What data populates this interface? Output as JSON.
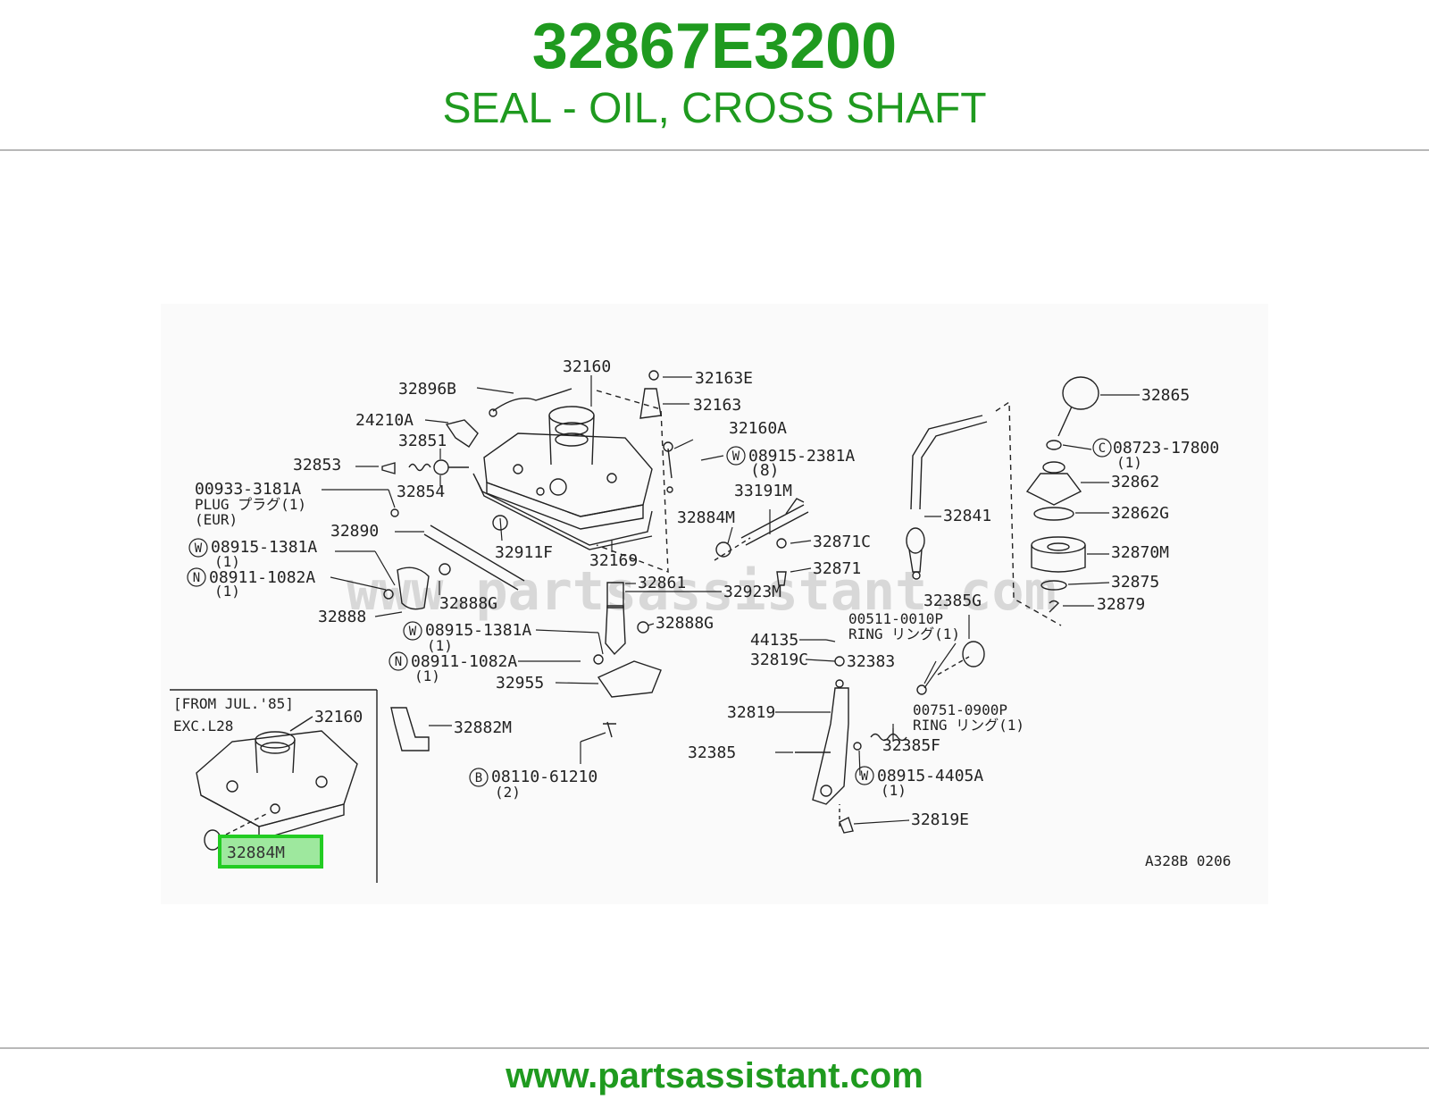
{
  "header": {
    "part_number": "32867E3200",
    "description": "SEAL - OIL, CROSS SHAFT"
  },
  "footer": {
    "url": "www.partsassistant.com"
  },
  "diagram": {
    "watermark": "www.partsassistant.com",
    "code": "A328B 0206",
    "highlight_label": "32884M",
    "inset": {
      "line1": "[FROM JUL.'85]",
      "line2": "EXC.L28",
      "label": "32160"
    },
    "labels": [
      {
        "id": "l1",
        "text": "32160"
      },
      {
        "id": "l2",
        "text": "32163E"
      },
      {
        "id": "l3",
        "text": "32896B"
      },
      {
        "id": "l4",
        "text": "32163"
      },
      {
        "id": "l5",
        "text": "24210A"
      },
      {
        "id": "l6",
        "text": "32160A"
      },
      {
        "id": "l7",
        "text": "32851"
      },
      {
        "id": "l8",
        "text": "32853"
      },
      {
        "id": "l9",
        "text": "08915-2381A"
      },
      {
        "id": "l10",
        "text": "(8)"
      },
      {
        "id": "l11",
        "text": "32854"
      },
      {
        "id": "l12",
        "text": "00933-3181A"
      },
      {
        "id": "l13",
        "text": "PLUG プラグ(1)"
      },
      {
        "id": "l14",
        "text": "(EUR)"
      },
      {
        "id": "l15",
        "text": "33191M"
      },
      {
        "id": "l16",
        "text": "32884M"
      },
      {
        "id": "l17",
        "text": "32890"
      },
      {
        "id": "l18",
        "text": "32911F"
      },
      {
        "id": "l19",
        "text": "08915-1381A"
      },
      {
        "id": "l20",
        "text": "(1)"
      },
      {
        "id": "l21",
        "text": "08911-1082A"
      },
      {
        "id": "l22",
        "text": "(1)"
      },
      {
        "id": "l23",
        "text": "32169"
      },
      {
        "id": "l24",
        "text": "32871C"
      },
      {
        "id": "l25",
        "text": "32871"
      },
      {
        "id": "l26",
        "text": "32861"
      },
      {
        "id": "l27",
        "text": "32923M"
      },
      {
        "id": "l28",
        "text": "32888G"
      },
      {
        "id": "l29",
        "text": "32888"
      },
      {
        "id": "l30",
        "text": "32888G"
      },
      {
        "id": "l31",
        "text": "08915-1381A"
      },
      {
        "id": "l32",
        "text": "(1)"
      },
      {
        "id": "l33",
        "text": "08911-1082A"
      },
      {
        "id": "l34",
        "text": "(1)"
      },
      {
        "id": "l35",
        "text": "32955"
      },
      {
        "id": "l36",
        "text": "32882M"
      },
      {
        "id": "l37",
        "text": "08110-61210"
      },
      {
        "id": "l38",
        "text": "(2)"
      },
      {
        "id": "l39",
        "text": "44135"
      },
      {
        "id": "l40",
        "text": "32819C"
      },
      {
        "id": "l41",
        "text": "32383"
      },
      {
        "id": "l42",
        "text": "32819"
      },
      {
        "id": "l43",
        "text": "32385"
      },
      {
        "id": "l44",
        "text": "32385F"
      },
      {
        "id": "l45",
        "text": "08915-4405A"
      },
      {
        "id": "l46",
        "text": "(1)"
      },
      {
        "id": "l47",
        "text": "32819E"
      },
      {
        "id": "l48",
        "text": "32841"
      },
      {
        "id": "l49",
        "text": "32385G"
      },
      {
        "id": "l50",
        "text": "00511-0010P"
      },
      {
        "id": "l51",
        "text": "RING リング(1)"
      },
      {
        "id": "l52",
        "text": "00751-0900P"
      },
      {
        "id": "l53",
        "text": "RING リング(1)"
      },
      {
        "id": "l54",
        "text": "32865"
      },
      {
        "id": "l55",
        "text": "08723-17800"
      },
      {
        "id": "l56",
        "text": "(1)"
      },
      {
        "id": "l57",
        "text": "32862"
      },
      {
        "id": "l58",
        "text": "32862G"
      },
      {
        "id": "l59",
        "text": "32870M"
      },
      {
        "id": "l60",
        "text": "32875"
      },
      {
        "id": "l61",
        "text": "32879"
      }
    ],
    "symbols": [
      {
        "id": "s1",
        "text": "W"
      },
      {
        "id": "s2",
        "text": "W"
      },
      {
        "id": "s3",
        "text": "N"
      },
      {
        "id": "s4",
        "text": "W"
      },
      {
        "id": "s5",
        "text": "N"
      },
      {
        "id": "s6",
        "text": "B"
      },
      {
        "id": "s7",
        "text": "W"
      },
      {
        "id": "s8",
        "text": "C"
      }
    ]
  },
  "colors": {
    "brand_green": "#1f9a1f",
    "highlight_fill": "#9ee89e",
    "highlight_border": "#22cc22"
  }
}
